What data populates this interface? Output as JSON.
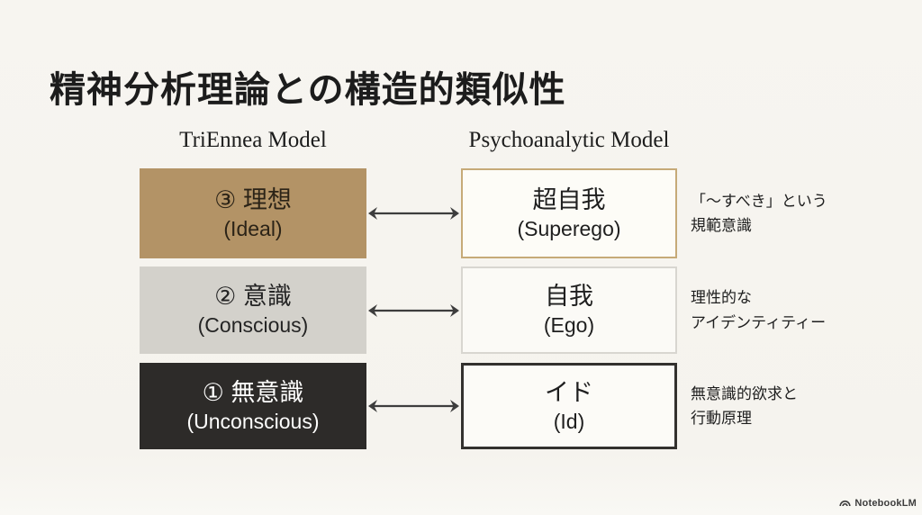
{
  "page": {
    "title": "精神分析理論との構造的類似性",
    "background_color": "#f6f4ef"
  },
  "columns": {
    "left_header": "TriEnnea Model",
    "right_header": "Psychoanalytic Model"
  },
  "rows": [
    {
      "left": {
        "main": "③ 理想",
        "sub": "(Ideal)",
        "bg": "#b39366",
        "text_color": "#2b2317"
      },
      "right": {
        "main": "超自我",
        "sub": "(Superego)",
        "bg": "#fdfcf7",
        "border_color": "#c6aa78"
      },
      "note": {
        "line1": "「〜すべき」という",
        "line2": "規範意識"
      }
    },
    {
      "left": {
        "main": "② 意識",
        "sub": "(Conscious)",
        "bg": "#d3d1cb",
        "text_color": "#242424"
      },
      "right": {
        "main": "自我",
        "sub": "(Ego)",
        "bg": "#fbfaf6",
        "border_color": "#d8d6d0"
      },
      "note": {
        "line1": "理性的な",
        "line2": "アイデンティティー"
      }
    },
    {
      "left": {
        "main": "① 無意識",
        "sub": "(Unconscious)",
        "bg": "#2d2b29",
        "text_color": "#ffffff"
      },
      "right": {
        "main": "イド",
        "sub": "(Id)",
        "bg": "#fcfbf7",
        "border_color": "#33312e"
      },
      "note": {
        "line1": "無意識的欲求と",
        "line2": "行動原理"
      }
    }
  ],
  "icons": {
    "double_arrow": "left-right-arrow",
    "brand_logo": "notebooklm-logo"
  },
  "colors": {
    "arrow": "#3d3d3d",
    "accent_tan": "#b39366",
    "accent_gray": "#d3d1cb",
    "accent_dark": "#2d2b29"
  },
  "footer": {
    "brand": "NotebookLM"
  }
}
